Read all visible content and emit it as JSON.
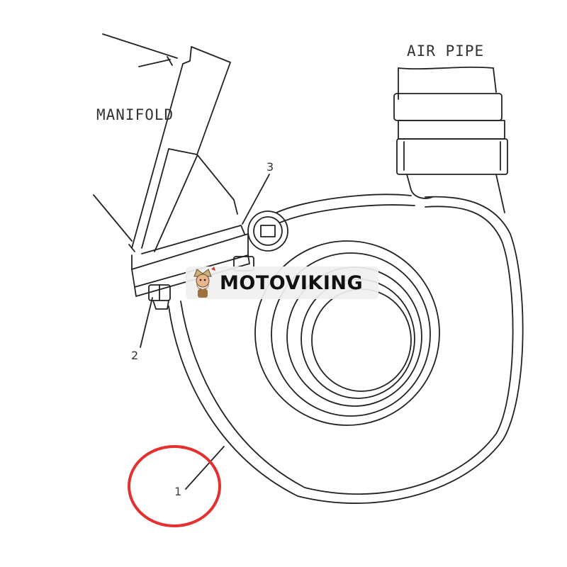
{
  "labels": {
    "manifold": "MANIFOLD",
    "air_pipe": "AIR PIPE",
    "callout_1": "1",
    "callout_2": "2",
    "callout_3": "3"
  },
  "watermark": {
    "text": "MOTOVIKING",
    "icon": "viking-mascot-icon"
  },
  "colors": {
    "line": "#222222",
    "highlight_circle": "#e53030"
  }
}
